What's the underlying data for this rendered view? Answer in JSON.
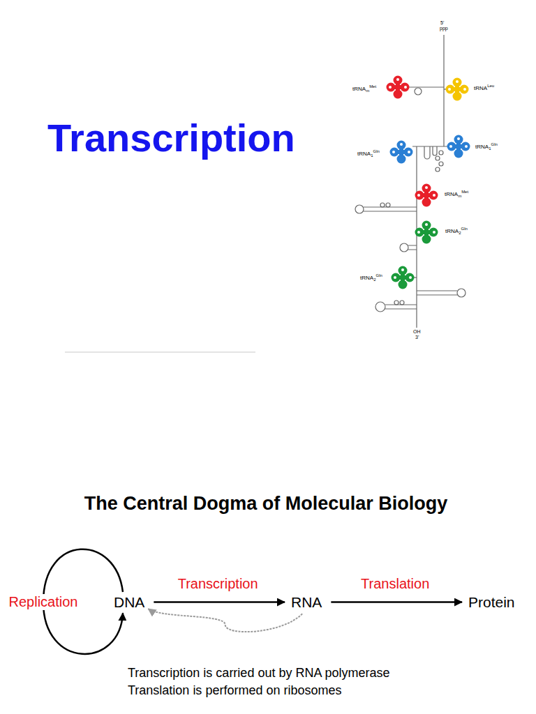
{
  "diagram": {
    "title": "The Central Dogma of Molecular Biology",
    "nodes": [
      {
        "text": [
          "DNA"
        ]
      },
      {
        "text": [
          "RNA"
        ]
      },
      {
        "text": [
          "Protein"
        ]
      }
    ],
    "edges": [
      {
        "from": 0,
        "to": 0,
        "label": "Replication",
        "arrow": "to"
      },
      {
        "from": 0,
        "to": 1,
        "label": "Transcription",
        "arrow": "to"
      },
      {
        "from": 1,
        "to": 2,
        "label": "Translation",
        "arrow": "to"
      },
      {
        "from": 1,
        "to": 0,
        "arrow": "to"
      }
    ],
    "labels": [
      "Transcription",
      "5'",
      "ppp",
      "tRNA",
      "m",
      "Met",
      "tRNA",
      "Leu",
      "tRNA",
      "1",
      "Gln",
      "tRNA",
      "1",
      "Gln",
      "tRNA",
      "m",
      "Met",
      "tRNA",
      "2",
      "Gln",
      "tRNA",
      "2",
      "Gln",
      "OH",
      "3'",
      "Transcription is carried out by RNA polymerase",
      "Translation is performed on ribosomes"
    ]
  }
}
